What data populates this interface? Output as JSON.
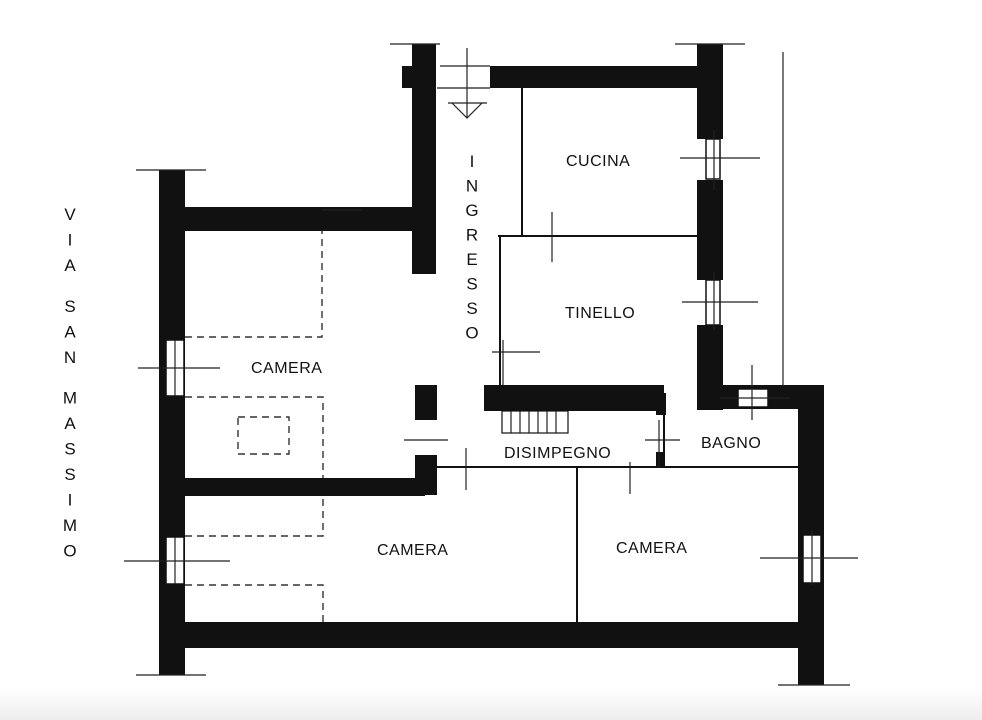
{
  "street": {
    "label": "VIA SAN MASSIMO"
  },
  "rooms": {
    "cucina": "CUCINA",
    "ingresso": "INGRESSO",
    "tinello": "TINELLO",
    "camera_nw": "CAMERA",
    "disimpegno": "DISIMPEGNO",
    "bagno": "BAGNO",
    "camera_sw": "CAMERA",
    "camera_se": "CAMERA"
  }
}
